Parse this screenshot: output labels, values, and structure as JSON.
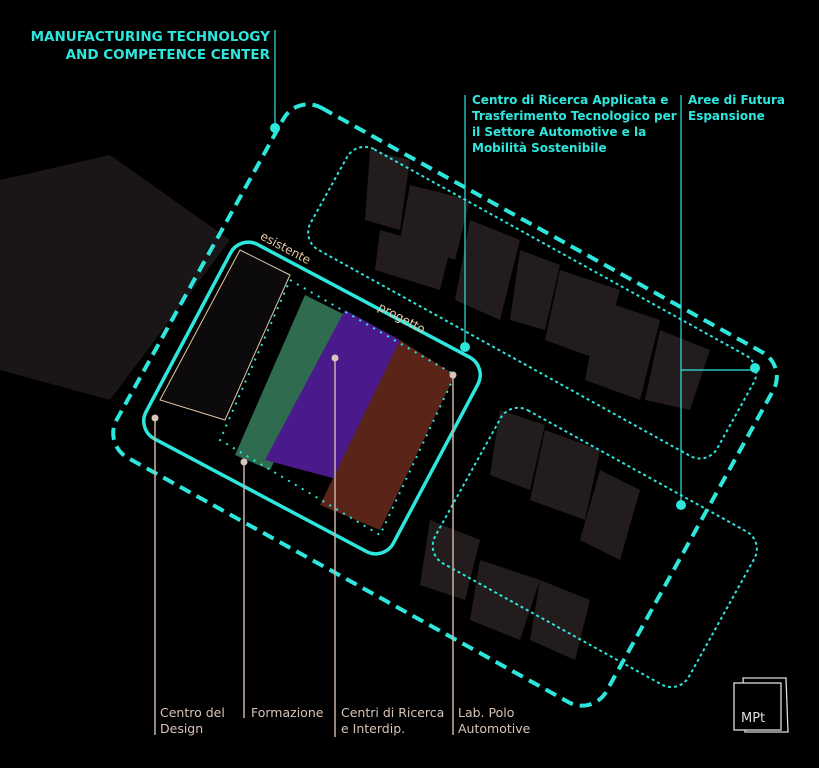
{
  "title": "MANUFACTURING TECHNOLOGY AND COMPETENCE CENTER",
  "title_lines": [
    "MANUFACTURING TECHNOLOGY",
    "AND COMPETENCE CENTER"
  ],
  "callout_research": [
    "Centro di Ricerca Applicata e",
    "Trasferimento Tecnologico per",
    "il Settore Automotive e la",
    "Mobilità Sostenibile"
  ],
  "callout_future": [
    "Aree di Futura",
    "Espansione"
  ],
  "building_labels": {
    "existing": "esistente",
    "project": "progetto"
  },
  "bottom_labels": [
    [
      "Centro del",
      "Design"
    ],
    [
      "Formazione"
    ],
    [
      "Centri di Ricerca",
      "e Interdip."
    ],
    [
      "Lab. Polo",
      "Automotive"
    ]
  ],
  "logo": "MPt",
  "colors": {
    "accent": "#2de6dc",
    "green": "#2f6b4e",
    "purple": "#4a1a8c",
    "brown": "#5a2418",
    "label": "#d8c4b8"
  }
}
